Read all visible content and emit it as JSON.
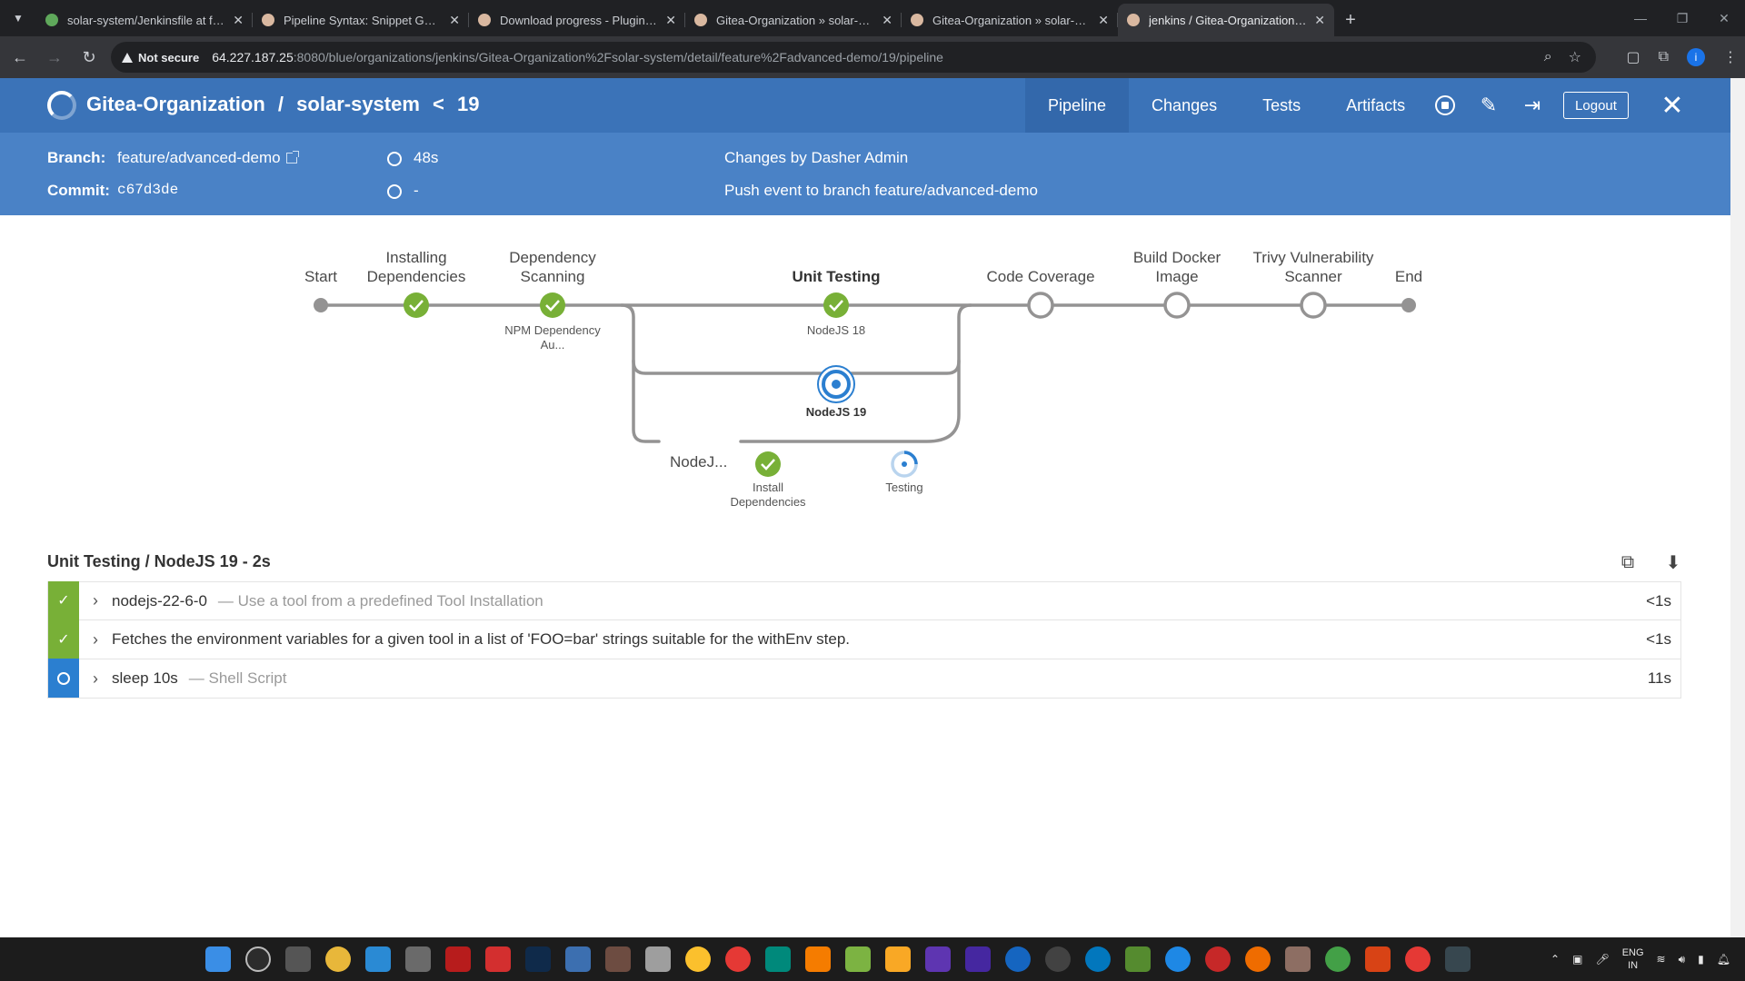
{
  "browser": {
    "tabs": [
      {
        "title": "solar-system/Jenkinsfile at feat",
        "favicon": "gitea"
      },
      {
        "title": "Pipeline Syntax: Snippet Genera",
        "favicon": "jenkins"
      },
      {
        "title": "Download progress - Plugins [Je",
        "favicon": "jenkins"
      },
      {
        "title": "Gitea-Organization » solar-syst",
        "favicon": "jenkins"
      },
      {
        "title": "Gitea-Organization » solar-syst",
        "favicon": "jenkins"
      },
      {
        "title": "jenkins / Gitea-Organization/so",
        "favicon": "jenkins",
        "active": true
      }
    ],
    "security_label": "Not secure",
    "url_host": "64.227.187.25",
    "url_path": ":8080/blue/organizations/jenkins/Gitea-Organization%2Fsolar-system/detail/feature%2Fadvanced-demo/19/pipeline"
  },
  "header": {
    "org": "Gitea-Organization",
    "sep": "/",
    "repo": "solar-system",
    "back": "<",
    "run": "19",
    "tabs": [
      "Pipeline",
      "Changes",
      "Tests",
      "Artifacts"
    ],
    "active_tab": "Pipeline",
    "logout_label": "Logout"
  },
  "run_info": {
    "branch_label": "Branch:",
    "branch": "feature/advanced-demo",
    "commit_label": "Commit:",
    "commit": "c67d3de",
    "duration": "48s",
    "started": "-",
    "changes": "Changes by Dasher Admin",
    "cause": "Push event to branch feature/advanced-demo"
  },
  "pipeline": {
    "stages": [
      {
        "label": "Start",
        "state": "endpoint"
      },
      {
        "label": "Installing Dependencies",
        "state": "success"
      },
      {
        "label": "Dependency Scanning",
        "state": "success"
      },
      {
        "label": "Unit Testing",
        "state": "running",
        "selected": true
      },
      {
        "label": "Code Coverage",
        "state": "not_built"
      },
      {
        "label": "Build Docker Image",
        "state": "not_built"
      },
      {
        "label": "Trivy Vulnerability Scanner",
        "state": "not_built"
      },
      {
        "label": "End",
        "state": "endpoint"
      }
    ],
    "dependency_scanning_nodes": [
      "NPM Dependency Au..."
    ],
    "unit_testing_branches": [
      {
        "label": "NodeJS 18",
        "state": "success"
      },
      {
        "label": "NodeJS 19",
        "state": "running",
        "selected": true
      },
      {
        "label": "NodeJ...",
        "state": "running",
        "nested": [
          {
            "label": "Install Dependencies",
            "state": "success"
          },
          {
            "label": "Testing",
            "state": "running"
          }
        ]
      }
    ]
  },
  "steps_panel": {
    "title": "Unit Testing / NodeJS 19 - 2s",
    "steps": [
      {
        "name": "nodejs-22-6-0",
        "desc": "— Use a tool from a predefined Tool Installation",
        "duration": "<1s",
        "state": "success"
      },
      {
        "name": "Fetches the environment variables for a given tool in a list of 'FOO=bar' strings suitable for the withEnv step.",
        "desc": "",
        "duration": "<1s",
        "state": "success"
      },
      {
        "name": "sleep 10s",
        "desc": "— Shell Script",
        "duration": "11s",
        "state": "running"
      }
    ]
  },
  "taskbar": {
    "lang": "ENG",
    "region": "IN"
  },
  "colors": {
    "header": "#3b73b8",
    "subheader": "#4a82c6",
    "success": "#78b037",
    "running": "#2b7fd0",
    "line": "#949393"
  }
}
